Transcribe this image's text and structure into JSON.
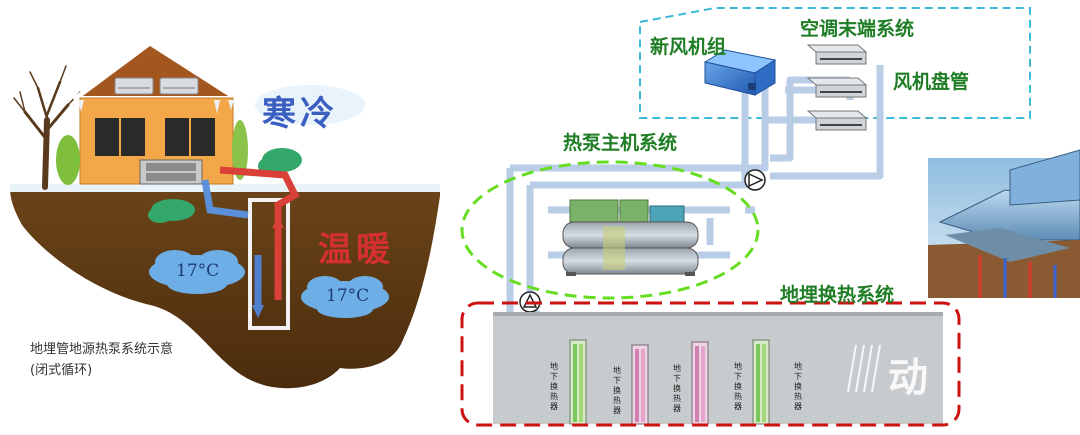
{
  "left": {
    "cold": "寒冷",
    "warm": "温暖",
    "temp_left": "17°C",
    "temp_right": "17°C",
    "caption_line1": "地埋管地源热泵系统示意",
    "caption_line2": "(闭式循环)"
  },
  "right": {
    "terminal_system": "空调末端系统",
    "fresh_air_unit": "新风机组",
    "fan_coil": "风机盘管",
    "heat_pump_system": "热泵主机系统",
    "ground_exchange_system": "地埋换热系统",
    "exchanger_label": "地下换热器",
    "exchangers": [
      "地下换热器",
      "地下换热器",
      "地下换热器",
      "地下换热器"
    ]
  },
  "watermark": "动",
  "colors": {
    "pipe": "#b9cde6",
    "green": "#1f7d25",
    "red_dash": "#cc1111",
    "cyan_dash": "#3bbad8",
    "lime_dash": "#66dd22",
    "soil": "#5a3713",
    "cloud": "#6eaee6",
    "cold_text": "#3a5fc0",
    "warm_text": "#d43030"
  }
}
